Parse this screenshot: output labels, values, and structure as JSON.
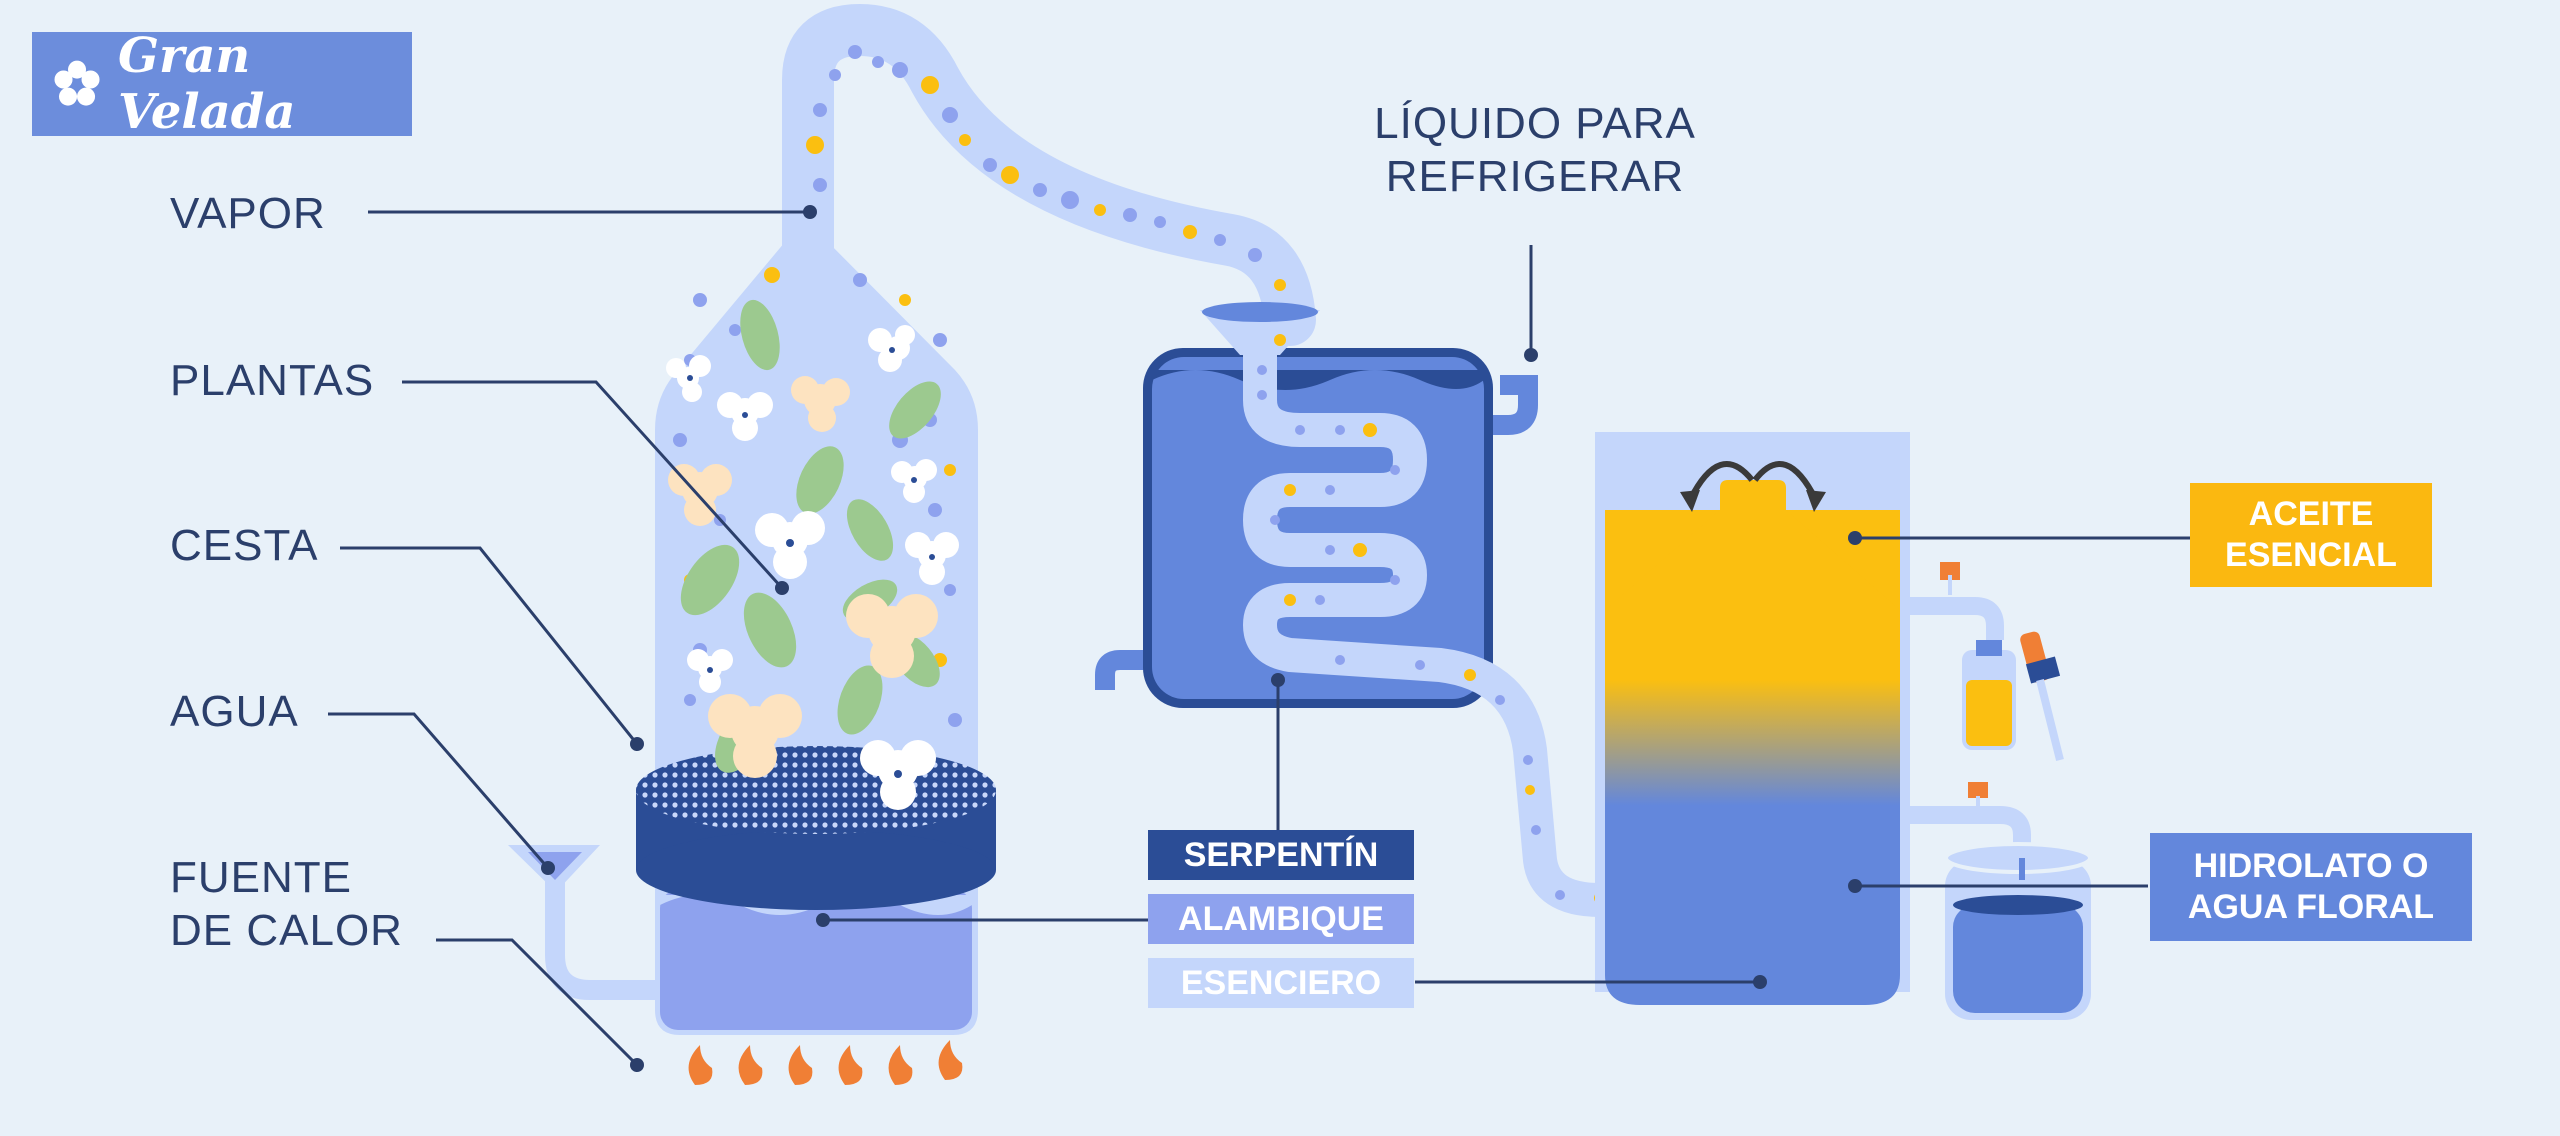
{
  "brand": {
    "name": "Gran Velada",
    "logo_icon": "flower-icon"
  },
  "labels": {
    "vapor": "VAPOR",
    "plantas": "PLANTAS",
    "cesta": "CESTA",
    "agua": "AGUA",
    "fuente_line1": "FUENTE",
    "fuente_line2": "DE CALOR",
    "liquido_line1": "LÍQUIDO PARA",
    "liquido_line2": "REFRIGERAR"
  },
  "tags": {
    "serpentin": "SERPENTÍN",
    "alambique": "ALAMBIQUE",
    "esenciero": "ESENCIERO",
    "aceite_line1": "ACEITE",
    "aceite_line2": "ESENCIAL",
    "hidrolato_line1": "HIDROLATO O",
    "hidrolato_line2": "AGUA FLORAL"
  },
  "colors": {
    "background": "#e8f1f9",
    "text": "#2b3f6b",
    "serpentin_tag": "#2b4d96",
    "alambique_tag": "#8ea2ee",
    "esenciero_tag": "#c4d6fb",
    "aceite_tag": "#fbb810",
    "hidrolato_tag": "#6387dc",
    "water": "#6387dc",
    "oil": "#fbbf10",
    "flame": "#f07f35"
  }
}
